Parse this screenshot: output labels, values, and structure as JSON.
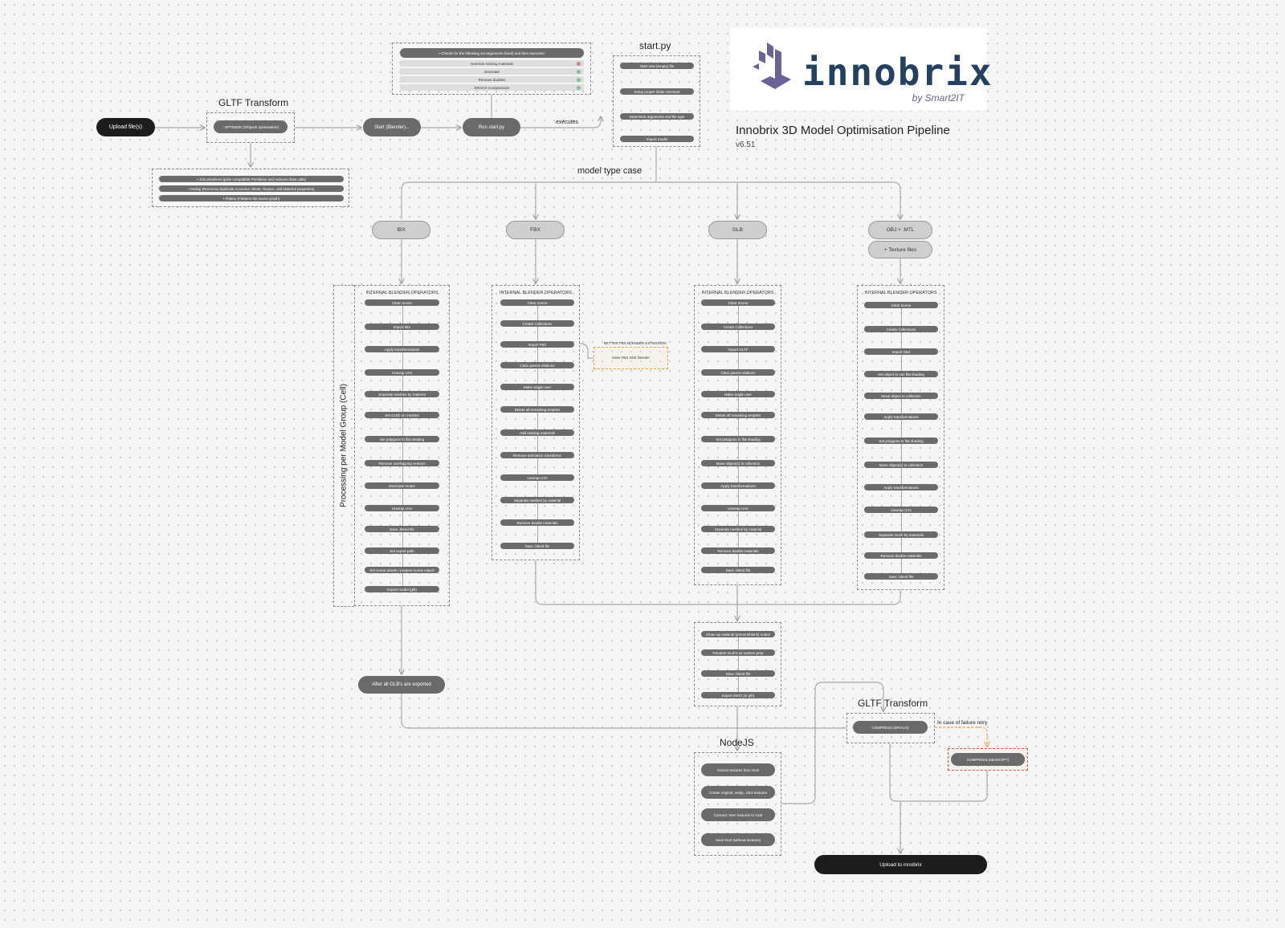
{
  "header": {
    "logo_text": "innobrix",
    "logo_subtext": "by Smart2IT",
    "title": "Innobrix 3D Model Optimisation Pipeline",
    "version": "v6.51"
  },
  "colors": {
    "logo_purple": "#6b6397",
    "logo_navy": "#24415f",
    "node_dark": "#1d1d1d",
    "node_grey": "#6a6a6a",
    "retry_orange": "#f0a040",
    "meshopt_red": "#e05530"
  },
  "upload": {
    "label": "Upload file(s)"
  },
  "gltf_transform_1": {
    "title": "GLTF Transform",
    "optimize": "- OPTIMIZE (Gltfpack optimisation)",
    "steps": [
      "• Join primitives (joins compatible Primitives and reduces draw calls)",
      "• Dedup (Removes duplicate Accessor, Mesh, Texture, and Material properties)",
      "• Flatten (Flattens the scene graph)"
    ]
  },
  "start_blender": {
    "label": "Start (Blender)..."
  },
  "run_start": {
    "label": "Run start.py"
  },
  "executes_label": "executes",
  "options": {
    "header": "• Checks for the following set arguments (bool) and then executes:",
    "items": [
      {
        "label": "Override existing materials",
        "state": "off",
        "color": "#e04040"
      },
      {
        "label": "Decimate",
        "state": "on",
        "color": "#40b060"
      },
      {
        "label": "Remove doubles",
        "state": "on",
        "color": "#40b060"
      },
      {
        "label": "DRACO Compression",
        "state": "on",
        "color": "#40b060"
      }
    ]
  },
  "start_py": {
    "title": "start.py",
    "steps": [
      "Start new (empty) file",
      "Setup proper folder structure",
      "Determine arguments and file type",
      "Import model"
    ]
  },
  "model_type_case": "model type case",
  "types": {
    "ibx": "IBX",
    "fbx": "FBX",
    "glb": "GLB",
    "obj": "OBJ + .MTL",
    "obj_extra": "+ Texture files"
  },
  "processing_label": "Processing per Model Group (Cell)",
  "columns": {
    "ibx": {
      "title": "INTERNAL BLENDER OPERATORS",
      "steps": [
        "Clear Scene",
        "Import IBX",
        "Apply transformations",
        "Unwrap UVs",
        "Separate meshes by material",
        "Set GUID on meshes",
        "Set polygons to flat shading",
        "Remove overlapping vertices",
        "Decimate model",
        "Unwrap UVs",
        "Save .blend file",
        "Set export path",
        "Set scene assets / prepare scene export",
        "Export model (glb)"
      ]
    },
    "fbx": {
      "title": "INTERNAL BLENDER OPERATORS",
      "steps": [
        "Clear Scene",
        "Create Collections",
        "Import FBX",
        "Clear parent relations",
        "Make single user",
        "Delete all remaining empties",
        "Add missing materials",
        "Remove animation transforms",
        "Unwrap UVs",
        "Separate meshes by material",
        "Remove double materials",
        "Save .blend file"
      ]
    },
    "glb": {
      "title": "INTERNAL BLENDER OPERATORS",
      "steps": [
        "Clear Scene",
        "Create Collections",
        "Import GLTF",
        "Clear parent relations",
        "Make single user",
        "Delete all remaining empties",
        "Set polygons to flat shading",
        "Move object(s) to collection",
        "Apply transformations",
        "Unwrap UVs",
        "Separate meshes by material",
        "Remove double materials",
        "Save .blend file"
      ]
    },
    "obj": {
      "title": "INTERNAL BLENDER OPERATORS",
      "steps": [
        "Clear Scene",
        "Create Collections",
        "Import OBJ",
        "Set object to use flat shading",
        "Move object to collection",
        "Apply transformations",
        "Set polygons to flat shading",
        "Move object(s) to collection",
        "Apply transformations",
        "Unwrap UVs",
        "Separate mesh by materials",
        "Remove double materials",
        "Save .blend file"
      ]
    },
    "merge": {
      "steps": [
        "Clean up material (prevent/blank) nodes",
        "Rename GLB'S as custom prop",
        "Save .blend file",
        "Export Mesh (to glb)"
      ]
    }
  },
  "better_fbx": {
    "title": "BETTER FBX BLENDER EXTENSION",
    "text": "Uses FBX SDK blender"
  },
  "after_glbs": {
    "label": "After all GLB's are exported"
  },
  "nodejs": {
    "title": "NodeJS",
    "steps": [
      "Extract textures from GLB",
      "Create original, webp, .ktx2 textures",
      "Connect 'new' textures to GLB",
      "Save GLB (without textures)"
    ]
  },
  "gltf_transform_2": {
    "title": "GLTF Transform",
    "draco": "COMPRESS (DRACO)",
    "retry_label": "In case of failure retry",
    "meshopt": "COMPRESS (MESHOPT)"
  },
  "final_upload": {
    "label": "Upload to innobrix"
  }
}
